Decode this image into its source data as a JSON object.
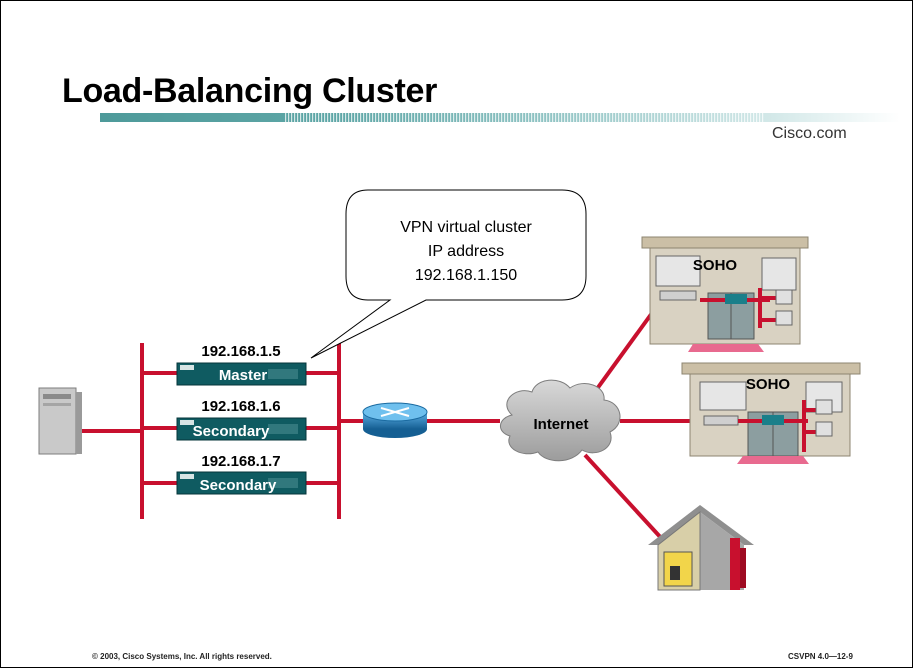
{
  "slide": {
    "title": "Load-Balancing Cluster",
    "brand": "Cisco.com",
    "copyright": "© 2003, Cisco Systems, Inc. All rights reserved.",
    "course_code": "CSVPN 4.0—12-9"
  },
  "callout": {
    "line1": "VPN virtual cluster",
    "line2": "IP address",
    "line3": "192.168.1.150"
  },
  "concentrators": [
    {
      "ip": "192.168.1.5",
      "role": "Master"
    },
    {
      "ip": "192.168.1.6",
      "role": "Secondary"
    },
    {
      "ip": "192.168.1.7",
      "role": "Secondary"
    }
  ],
  "cloud_label": "Internet",
  "soho_sites": [
    {
      "label": "SOHO"
    },
    {
      "label": "SOHO"
    }
  ],
  "colors": {
    "link_red": "#c8102e",
    "concentrator_teal": "#0f5b61",
    "title_bar_teal": "#4e9a9a",
    "cloud_gray": "#b9b9b9",
    "router_blue": "#1f7fbf"
  }
}
